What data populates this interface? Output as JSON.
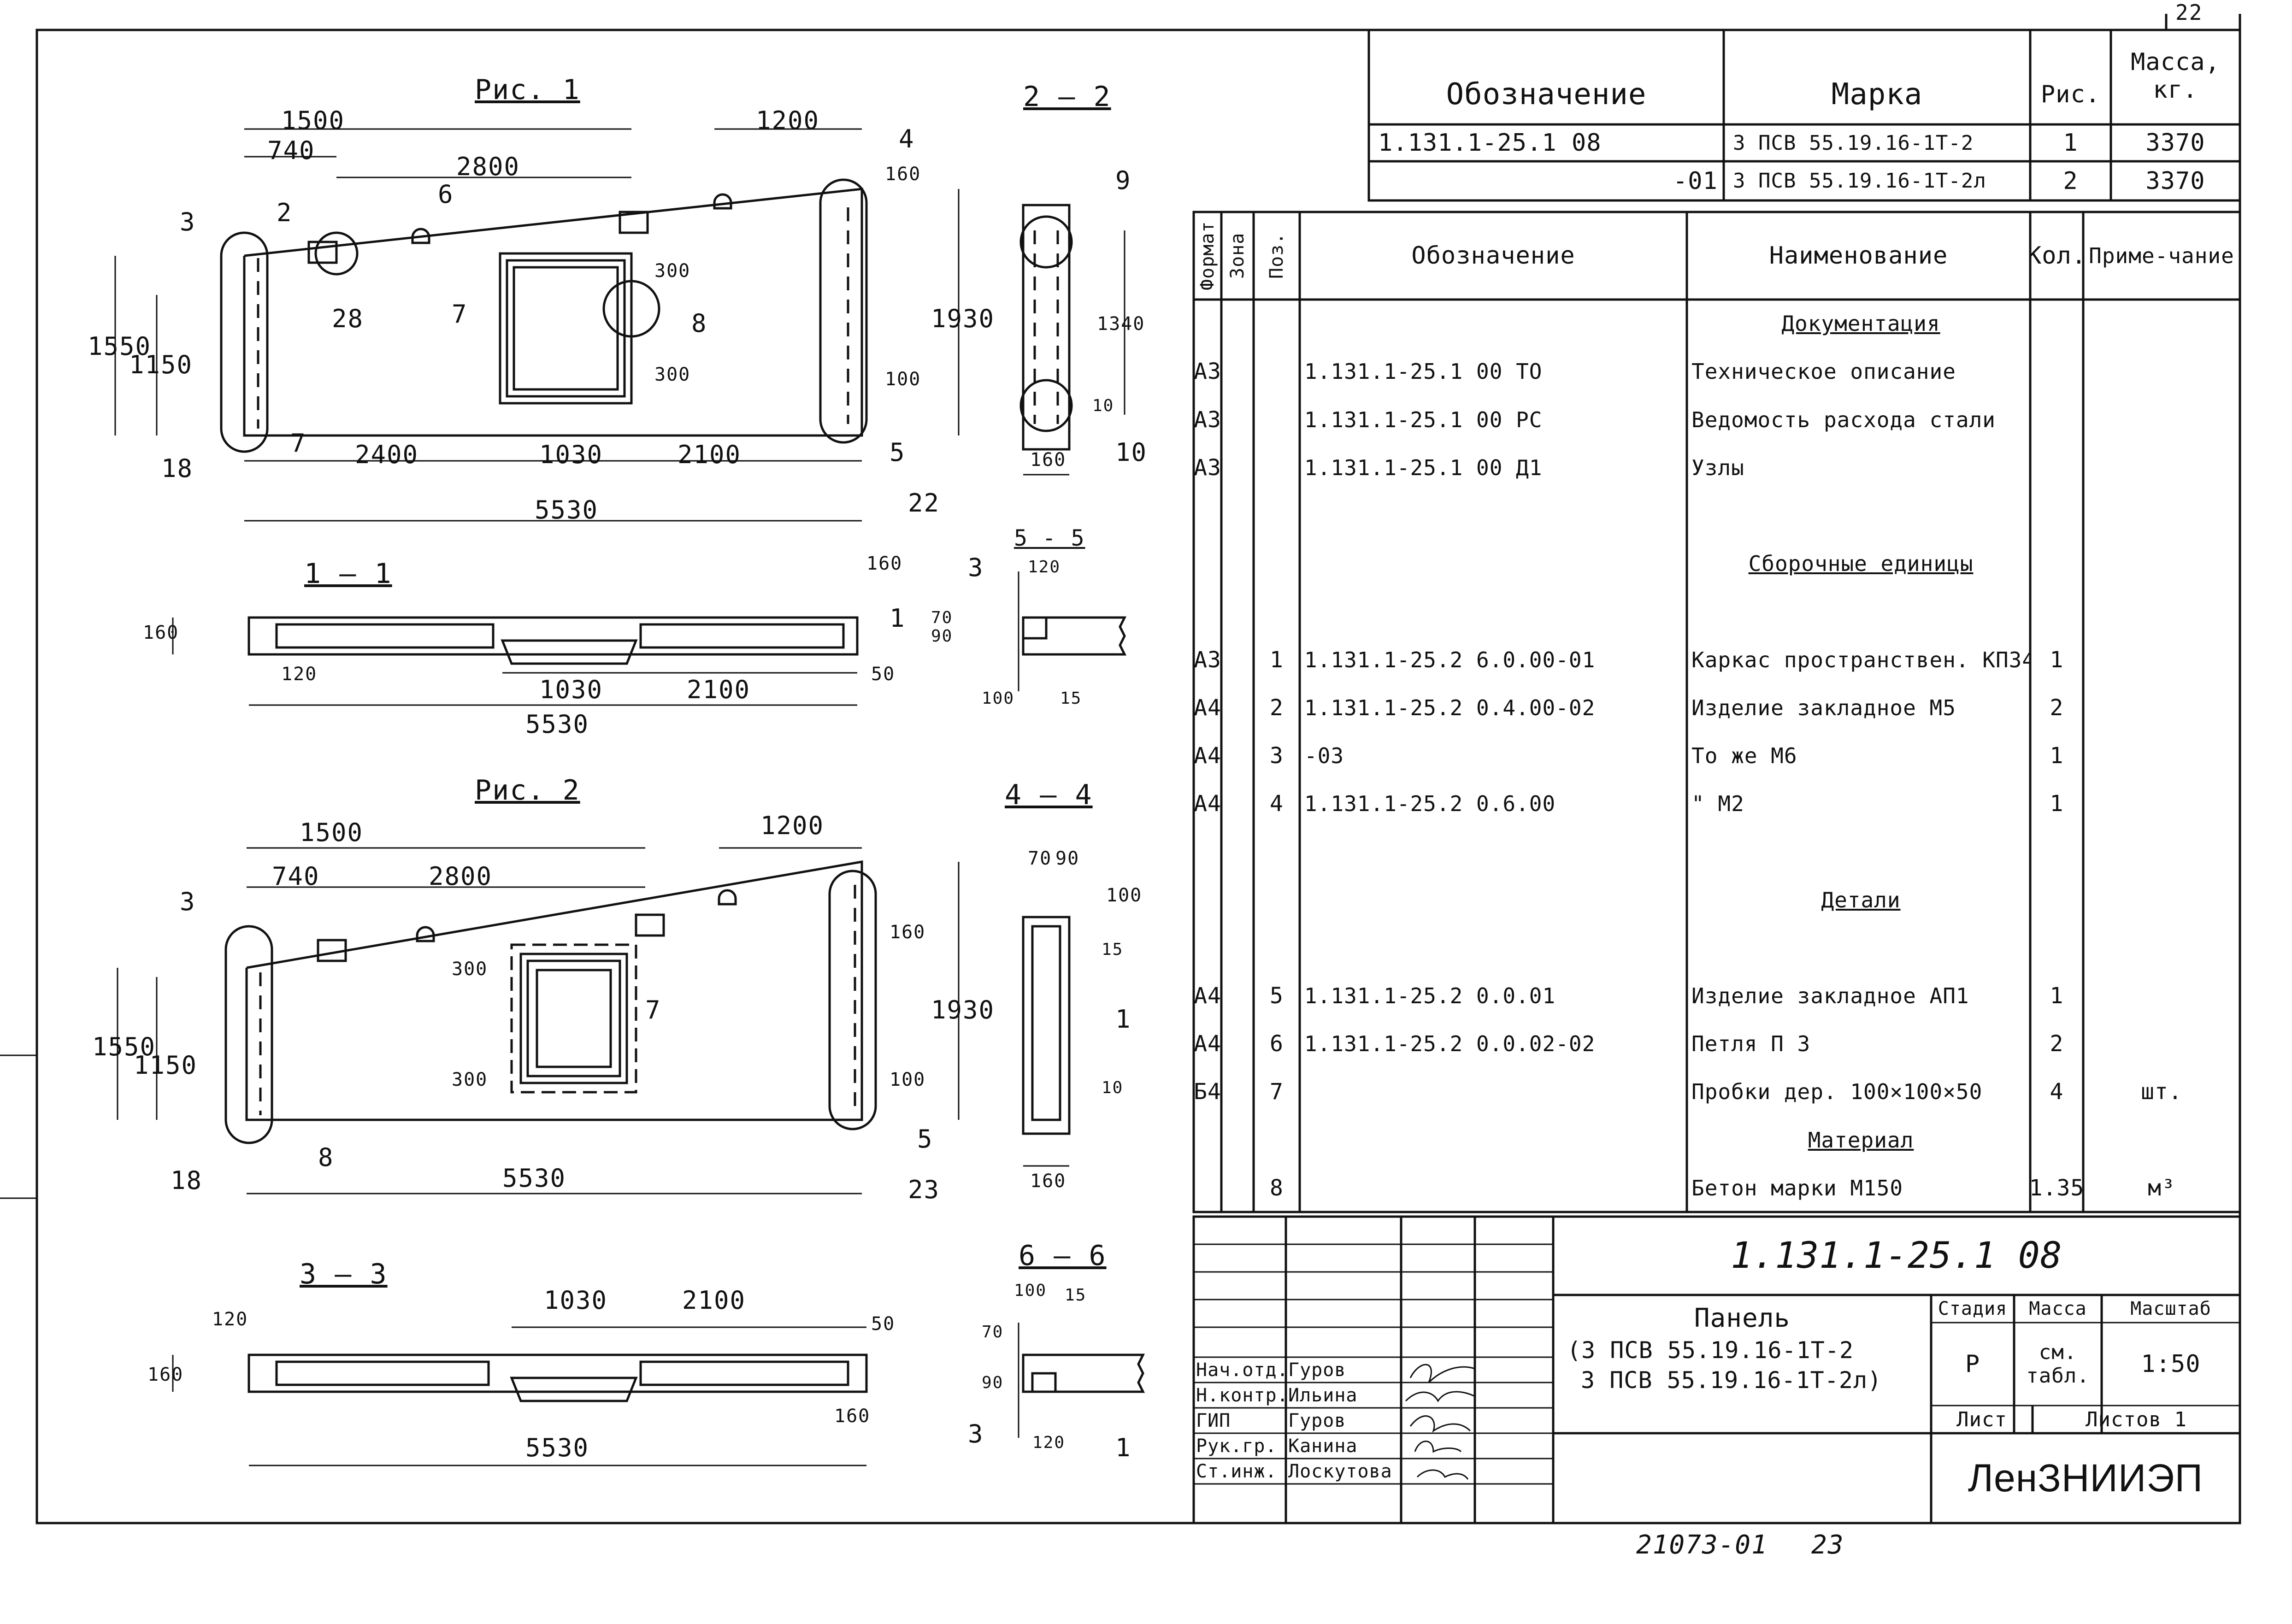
{
  "sheet_number": "22",
  "top_table": {
    "headers": {
      "designation": "Обозначение",
      "mark": "Марка",
      "fig": "Рис.",
      "mass": "Масса, кг."
    },
    "rows": [
      {
        "designation": "1.131.1-25.1  08",
        "mark": "3 ПСВ 55.19.16-1Т-2",
        "fig": "1",
        "mass": "3370"
      },
      {
        "designation": "-01",
        "mark": "3 ПСВ 55.19.16-1Т-2л",
        "fig": "2",
        "mass": "3370"
      }
    ]
  },
  "spec": {
    "headers": {
      "format": "Формат",
      "zone": "Зона",
      "pos": "Поз.",
      "designation": "Обозначение",
      "name": "Наименование",
      "qty": "Кол.",
      "note": "Приме-чание"
    },
    "rows": [
      {
        "format": "",
        "zone": "",
        "pos": "",
        "designation": "",
        "name": "Документация",
        "qty": "",
        "note": "",
        "section": true
      },
      {
        "format": "А3",
        "zone": "",
        "pos": "",
        "designation": "1.131.1-25.1  00 ТО",
        "name": "Техническое описание",
        "qty": "",
        "note": ""
      },
      {
        "format": "А3",
        "zone": "",
        "pos": "",
        "designation": "1.131.1-25.1  00 РС",
        "name": "Ведомость расхода стали",
        "qty": "",
        "note": ""
      },
      {
        "format": "А3",
        "zone": "",
        "pos": "",
        "designation": "1.131.1-25.1  00 Д1",
        "name": "Узлы",
        "qty": "",
        "note": ""
      },
      {
        "format": "",
        "zone": "",
        "pos": "",
        "designation": "",
        "name": "",
        "qty": "",
        "note": ""
      },
      {
        "format": "",
        "zone": "",
        "pos": "",
        "designation": "",
        "name": "Сборочные единицы",
        "qty": "",
        "note": "",
        "section": true
      },
      {
        "format": "",
        "zone": "",
        "pos": "",
        "designation": "",
        "name": "",
        "qty": "",
        "note": ""
      },
      {
        "format": "А3",
        "zone": "",
        "pos": "1",
        "designation": "1.131.1-25.2  6.0.00-01",
        "name": "Каркас пространствен. КП34",
        "qty": "1",
        "note": ""
      },
      {
        "format": "А4",
        "zone": "",
        "pos": "2",
        "designation": "1.131.1-25.2  0.4.00-02",
        "name": "Изделие закладное   М5",
        "qty": "2",
        "note": ""
      },
      {
        "format": "А4",
        "zone": "",
        "pos": "3",
        "designation": "-03",
        "name": "То же          М6",
        "qty": "1",
        "note": ""
      },
      {
        "format": "А4",
        "zone": "",
        "pos": "4",
        "designation": "1.131.1-25.2  0.6.00",
        "name": "\"              М2",
        "qty": "1",
        "note": ""
      },
      {
        "format": "",
        "zone": "",
        "pos": "",
        "designation": "",
        "name": "",
        "qty": "",
        "note": ""
      },
      {
        "format": "",
        "zone": "",
        "pos": "",
        "designation": "",
        "name": "Детали",
        "qty": "",
        "note": "",
        "section": true
      },
      {
        "format": "",
        "zone": "",
        "pos": "",
        "designation": "",
        "name": "",
        "qty": "",
        "note": ""
      },
      {
        "format": "А4",
        "zone": "",
        "pos": "5",
        "designation": "1.131.1-25.2  0.0.01",
        "name": "Изделие закладное АП1",
        "qty": "1",
        "note": ""
      },
      {
        "format": "А4",
        "zone": "",
        "pos": "6",
        "designation": "1.131.1-25.2  0.0.02-02",
        "name": "Петля       П 3",
        "qty": "2",
        "note": ""
      },
      {
        "format": "Б4",
        "zone": "",
        "pos": "7",
        "designation": "",
        "name": "Пробки дер. 100×100×50",
        "qty": "4",
        "note": "шт."
      },
      {
        "format": "",
        "zone": "",
        "pos": "",
        "designation": "",
        "name": "Материал",
        "qty": "",
        "note": "",
        "section": true
      },
      {
        "format": "",
        "zone": "",
        "pos": "8",
        "designation": "",
        "name": "Бетон марки М150",
        "qty": "1.35",
        "note": "м³"
      }
    ]
  },
  "title_block": {
    "code": "1.131.1-25.1  08",
    "title_lines": [
      "Панель",
      "(3 ПСВ  55.19.16-1Т-2",
      "3 ПСВ  55.19.16-1Т-2л)"
    ],
    "stage_label": "Стадия",
    "mass_label": "Масса",
    "scale_label": "Масштаб",
    "stage": "Р",
    "mass": "см. табл.",
    "scale": "1:50",
    "sheet_label": "Лист",
    "sheets_label": "Листов 1",
    "org": "ЛенЗНИИЭП",
    "signatures": [
      {
        "role": "Нач.отд.",
        "name": "Гуров"
      },
      {
        "role": "Н.контр.",
        "name": "Ильина"
      },
      {
        "role": "ГИП",
        "name": "Гуров"
      },
      {
        "role": "Рук.гр.",
        "name": "Канина"
      },
      {
        "role": "Ст.инж.",
        "name": "Лоскутова"
      }
    ]
  },
  "drawing": {
    "fig1_title": "Рис. 1",
    "fig2_title": "Рис. 2",
    "sec_1_1": "1 — 1",
    "sec_2_2": "2 — 2",
    "sec_3_3": "3 — 3",
    "sec_4_4": "4 — 4",
    "sec_5_5": "5 - 5",
    "sec_6_6": "6 — 6",
    "dims_fig1": [
      "1500",
      "740",
      "2800",
      "1200",
      "2400",
      "1030",
      "2100",
      "5530",
      "1550",
      "1150",
      "1930",
      "300",
      "300",
      "160",
      "100"
    ],
    "dims_fig2": [
      "1500",
      "740",
      "2800",
      "1200",
      "5530",
      "1550",
      "1150",
      "1930",
      "300",
      "300",
      "160",
      "100"
    ],
    "dims_s11": [
      "160",
      "120",
      "1030",
      "2100",
      "5530",
      "50",
      "160"
    ],
    "dims_s33": [
      "120",
      "1030",
      "2100",
      "5530",
      "50",
      "160",
      "160"
    ],
    "dims_s22": [
      "1340",
      "160",
      "10"
    ],
    "dims_s44": [
      "70",
      "90",
      "100",
      "15",
      "10",
      "160"
    ],
    "dims_s55": [
      "120",
      "90",
      "70",
      "100",
      "15"
    ],
    "dims_s66": [
      "100",
      "15",
      "70",
      "90",
      "120"
    ],
    "callouts": [
      "1",
      "2",
      "3",
      "4",
      "5",
      "6",
      "7",
      "8",
      "9",
      "10",
      "18",
      "22",
      "23",
      "28"
    ]
  },
  "footer": {
    "archive": "21073-01",
    "page": "23"
  }
}
